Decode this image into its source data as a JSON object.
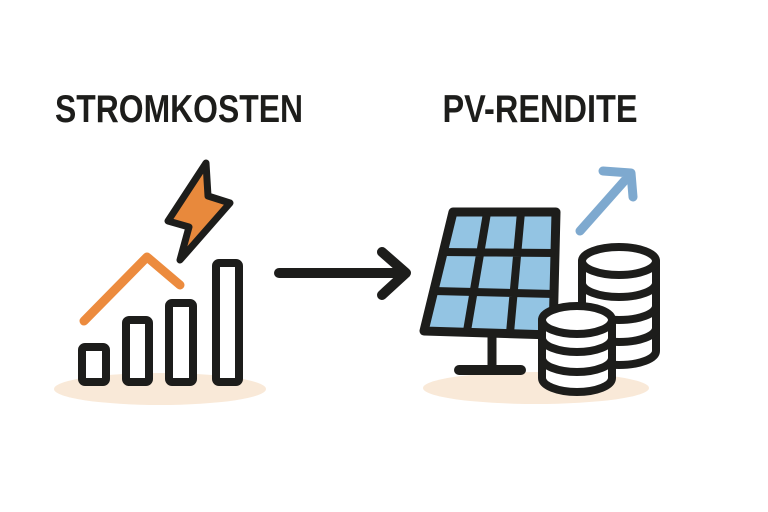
{
  "left_section": {
    "title": "STROMKOSTEN",
    "icons": [
      "lightning-bolt-icon",
      "trend-line-icon",
      "bar-chart-icon",
      "ground-shadow"
    ]
  },
  "connector": {
    "icon": "right-arrow-icon"
  },
  "right_section": {
    "title": "PV-RENDITE",
    "icons": [
      "solar-panel-icon",
      "coin-stack-back-icon",
      "coin-stack-front-icon",
      "growth-arrow-icon",
      "ground-shadow"
    ]
  },
  "colors": {
    "title_text": "#1d1d1b",
    "outline_black": "#1d1d1b",
    "accent_orange": "#ec8b3e",
    "bolt_orange": "#e8893c",
    "panel_blue": "#93c4e3",
    "growth_blue": "#7ea9cf",
    "shadow_peach": "#f9e9d8",
    "shape_white": "#ffffff",
    "background": "#ffffff"
  }
}
